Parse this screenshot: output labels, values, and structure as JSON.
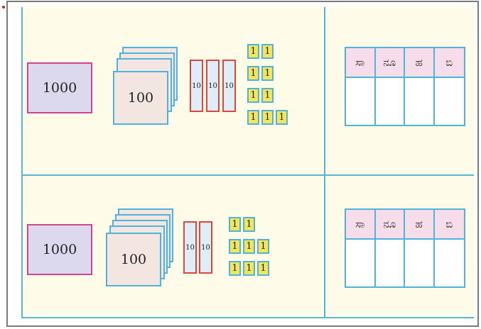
{
  "blocks": {
    "thousand_label": "1000",
    "hundred_label": "100",
    "ten_label": "10",
    "one_label": "1"
  },
  "place_value_headers": [
    "ಸಾ",
    "ನೂ",
    "ಹ",
    "ಬಿ"
  ],
  "rows": [
    {
      "thousands": 1,
      "hundreds": 4,
      "tens": 3,
      "ones": 9
    },
    {
      "thousands": 1,
      "hundreds": 5,
      "tens": 2,
      "ones": 8
    }
  ],
  "colors": {
    "panel": "#fefbe8",
    "lines": "#5ab4d6",
    "thousand_border": "#d4418e",
    "ten_border": "#e0443e",
    "one_fill": "#f4e65a"
  }
}
